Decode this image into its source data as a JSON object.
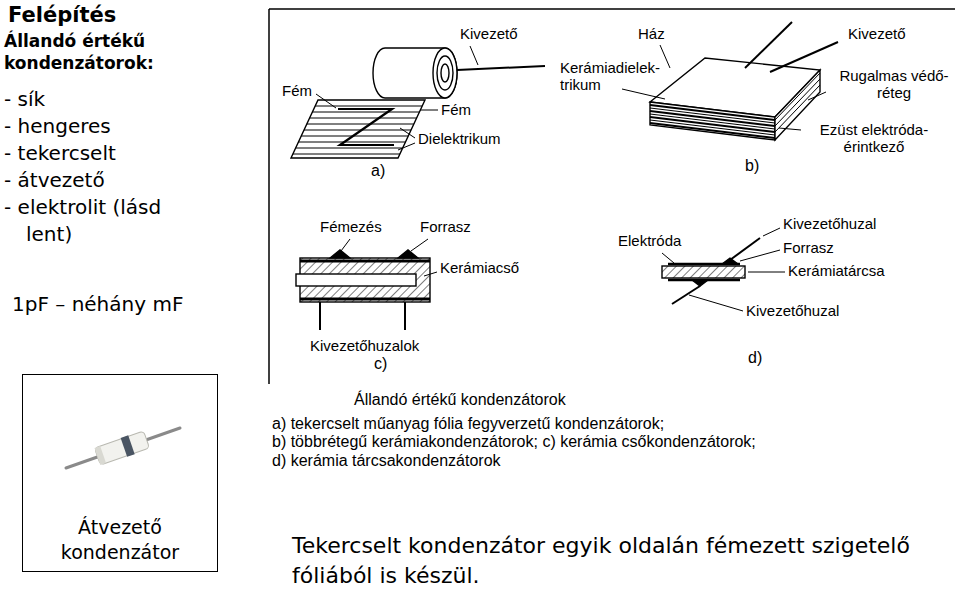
{
  "diagram": {
    "title": "Felépítés",
    "nodes": [
      {
        "text": [
          "Átvezető kondenzátor"
        ]
      }
    ],
    "labels": [
      "Állandó értékű kondenzátorok:",
      "- sík",
      "- hengeres",
      "- tekercselt",
      "- átvezető",
      "- elektrolit (lásd lent)",
      "1pF – néhány mF",
      "Kivezető",
      "Fém",
      "Fém",
      "Dielektrikum",
      "a)",
      "Ház",
      "Kivezető",
      "Kerámiadielek- trikum",
      "Rugalmas védő- réteg",
      "Ezüst elektróda- érintkező",
      "b)",
      "Fémezés",
      "Forrasz",
      "Kerámiacső",
      "Kivezetőhuzalok",
      "c)",
      "Elektróda",
      "Kivezetőhuzal",
      "Forrasz",
      "Kerámiatárcsa",
      "Kivezetőhuzal",
      "d)",
      "Állandó értékű kondenzátorok",
      "a) tekercselt műanyag fólia fegyverzetű kondenzátorok;",
      "b) többrétegű kerámiakondenzátorok; c) kerámia csőkondenzátorok;",
      "d) kerámia tárcsakondenzátorok",
      "Tekercselt kondenzátor egyik oldalán fémezett szigetelő fóliából is készül."
    ]
  }
}
